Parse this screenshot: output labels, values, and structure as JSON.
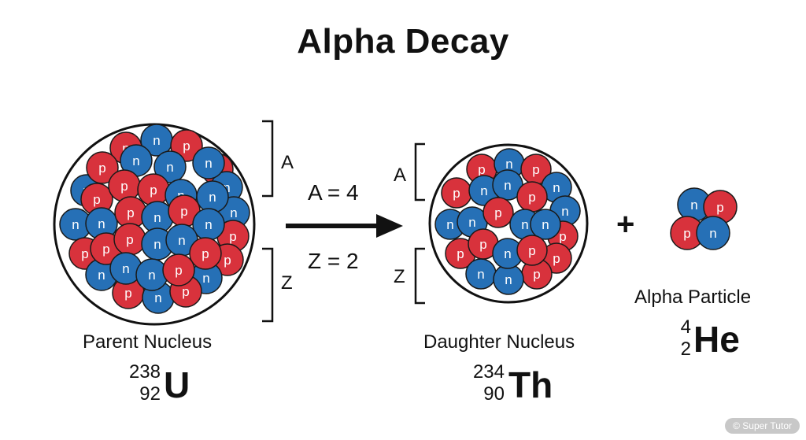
{
  "title": "Alpha Decay",
  "parent": {
    "label": "Parent Nucleus",
    "mass_number": "238",
    "atomic_number": "92",
    "symbol": "U"
  },
  "daughter": {
    "label": "Daughter Nucleus",
    "mass_number": "234",
    "atomic_number": "90",
    "symbol": "Th"
  },
  "alpha": {
    "label": "Alpha Particle",
    "mass_number": "4",
    "atomic_number": "2",
    "symbol": "He"
  },
  "change": {
    "mass": "A = 4",
    "atomic": "Z = 2"
  },
  "bracket_labels": {
    "mass": "A",
    "atomic": "Z"
  },
  "plus": "+",
  "particle_letters": {
    "proton": "p",
    "neutron": "n"
  },
  "colors": {
    "proton": "#d8323c",
    "neutron": "#2670b6"
  },
  "watermark": "© Super Tutor"
}
